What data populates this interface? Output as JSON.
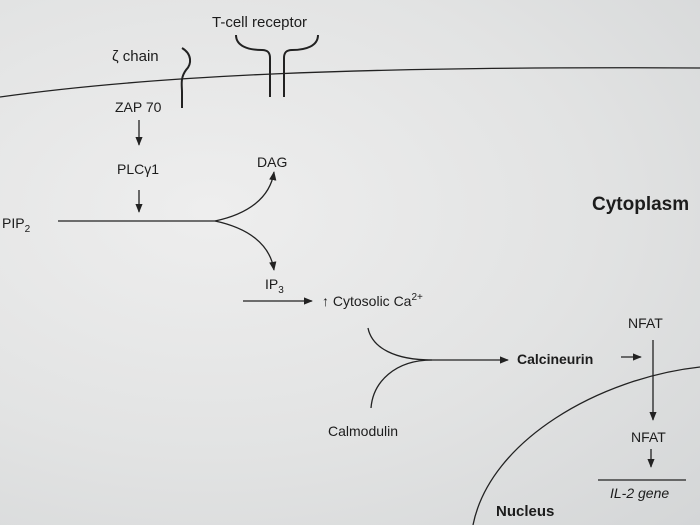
{
  "labels": {
    "tcell_receptor": "T-cell receptor",
    "zeta_chain": "ζ chain",
    "zap70": "ZAP 70",
    "plcg1": "PLCγ1",
    "pip2_main": "PIP",
    "pip2_sub": "2",
    "dag": "DAG",
    "ip3_main": "IP",
    "ip3_sub": "3",
    "cyto_ca_main": "↑ Cytosolic Ca",
    "cyto_ca_sup": "2+",
    "calmodulin": "Calmodulin",
    "calcineurin": "Calcineurin",
    "nfat_top": "NFAT",
    "nfat_bottom": "NFAT",
    "il2_gene": "IL-2 gene",
    "cytoplasm": "Cytoplasm",
    "nucleus": "Nucleus"
  }
}
